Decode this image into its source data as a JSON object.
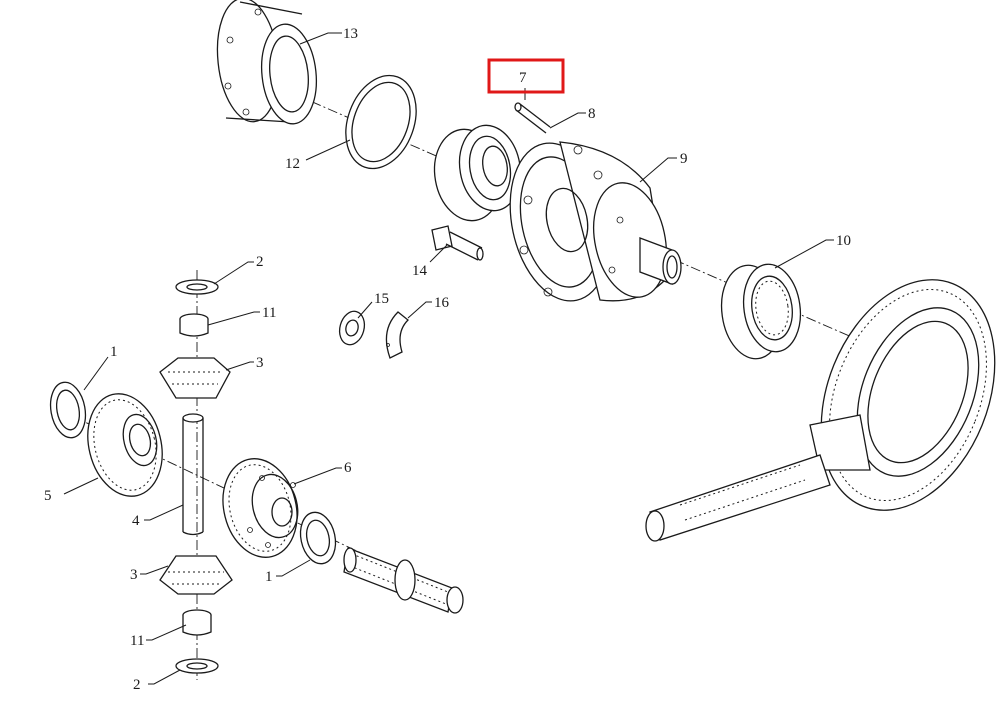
{
  "diagram": {
    "highlight_color": "#e01818",
    "callouts": [
      {
        "id": "c13",
        "label": "13"
      },
      {
        "id": "c7",
        "label": "7"
      },
      {
        "id": "c8",
        "label": "8"
      },
      {
        "id": "c12",
        "label": "12"
      },
      {
        "id": "c9",
        "label": "9"
      },
      {
        "id": "c10",
        "label": "10"
      },
      {
        "id": "c14",
        "label": "14"
      },
      {
        "id": "c15",
        "label": "15"
      },
      {
        "id": "c16",
        "label": "16"
      },
      {
        "id": "c2a",
        "label": "2"
      },
      {
        "id": "c11a",
        "label": "11"
      },
      {
        "id": "c3a",
        "label": "3"
      },
      {
        "id": "c1a",
        "label": "1"
      },
      {
        "id": "c5",
        "label": "5"
      },
      {
        "id": "c6",
        "label": "6"
      },
      {
        "id": "c4",
        "label": "4"
      },
      {
        "id": "c1b",
        "label": "1"
      },
      {
        "id": "c3b",
        "label": "3"
      },
      {
        "id": "c11b",
        "label": "11"
      },
      {
        "id": "c2b",
        "label": "2"
      }
    ]
  }
}
